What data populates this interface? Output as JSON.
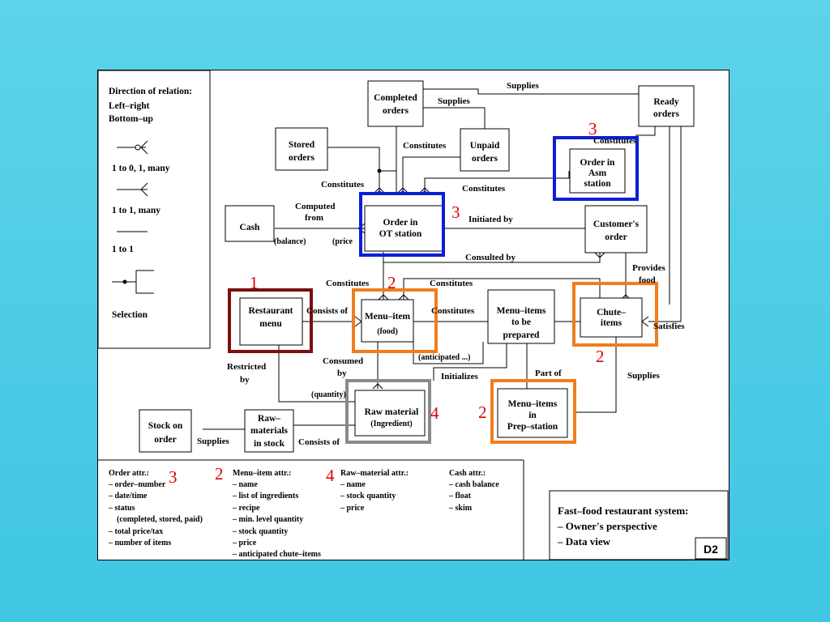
{
  "legend": {
    "heading": "Direction of relation:",
    "line1": "Left–right",
    "line2": "Bottom–up",
    "items": [
      "1 to 0, 1, many",
      "1 to 1, many",
      "1 to 1",
      "Selection"
    ]
  },
  "entities": {
    "completed_orders": [
      "Completed",
      "orders"
    ],
    "ready_orders": [
      "Ready",
      "orders"
    ],
    "stored_orders": [
      "Stored",
      "orders"
    ],
    "unpaid_orders": [
      "Unpaid",
      "orders"
    ],
    "order_asm": [
      "Order in",
      "Asm",
      "station"
    ],
    "cash": [
      "Cash"
    ],
    "order_ot": [
      "Order in",
      "OT station"
    ],
    "customers_order": [
      "Customer's",
      "order"
    ],
    "restaurant_menu": [
      "Restaurant",
      "menu"
    ],
    "menu_item": [
      "Menu–item",
      "(food)"
    ],
    "menu_items_prepared": [
      "Menu–items",
      "to be",
      "prepared"
    ],
    "chute_items": [
      "Chute–",
      "items"
    ],
    "raw_material": [
      "Raw material",
      "(Ingredient)"
    ],
    "menu_items_prep": [
      "Menu–items",
      "in",
      "Prep–station"
    ],
    "stock_order": [
      "Stock on",
      "order"
    ],
    "raw_materials_stock": [
      "Raw–",
      "materials",
      "in stock"
    ]
  },
  "relations": {
    "supplies_top": "Supplies",
    "supplies_mid": "Supplies",
    "constitutes_unpaid": "Constitutes",
    "constitutes_asm": "Constitutes",
    "constitutes_stored": "Constitutes",
    "constitutes_ot": "Constitutes",
    "computed_from": [
      "Computed",
      "from"
    ],
    "balance": "(balance)",
    "price": "(price",
    "initiated_by": "Initiated by",
    "consulted_by": "Consulted by",
    "provides_food": [
      "Provides",
      "food"
    ],
    "constitutes_menu": "Constitutes",
    "constitutes_menu2": "Constitutes",
    "consists_of": "Consists of",
    "constitutes_prep": "Constitutes",
    "satisfies": "Satisfies",
    "anticipated": "(anticipated ...)",
    "consumed_by": [
      "Consumed",
      "by"
    ],
    "restricted_by": [
      "Restricted",
      "by"
    ],
    "initializes": "Initializes",
    "part_of": "Part of",
    "supplies_chute": "Supplies",
    "quantity": "(quantity)",
    "supplies_stock": "Supplies",
    "consists_of_raw": "Consists of"
  },
  "markers": {
    "m1": "1",
    "m2_menu": "2",
    "m3_ot": "3",
    "m3_asm": "3",
    "m2_chute": "2",
    "m2_prep": "2",
    "m4_raw": "4",
    "m3_attr": "3",
    "m2_attr": "2",
    "m4_attr": "4"
  },
  "attributes": {
    "order": {
      "heading": "Order attr.:",
      "lines": [
        "– order–number",
        "– date/time",
        "– status",
        "   (completed, stored, paid)",
        "– total price/tax",
        "– number of items"
      ]
    },
    "menu_item": {
      "heading": "Menu–item attr.:",
      "lines": [
        "– name",
        "– list of ingredients",
        "– recipe",
        "– min. level quantity",
        "– stock quantity",
        "– price",
        "– anticipated chute–items"
      ]
    },
    "raw_material": {
      "heading": "Raw–material attr.:",
      "lines": [
        "– name",
        "– stock quantity",
        "– price"
      ]
    },
    "cash": {
      "heading": "Cash attr.:",
      "lines": [
        "– cash balance",
        "– float",
        "– skim"
      ]
    }
  },
  "title_box": {
    "lines": [
      "Fast–food restaurant system:",
      "– Owner's perspective",
      "– Data view"
    ],
    "code": "D2"
  },
  "colors": {
    "blue": "#0b1fd6",
    "orange": "#f07d1e",
    "maroon": "#7a1010",
    "gray": "#8a8a8a",
    "red": "#e00000",
    "background": "#4ccde6"
  }
}
